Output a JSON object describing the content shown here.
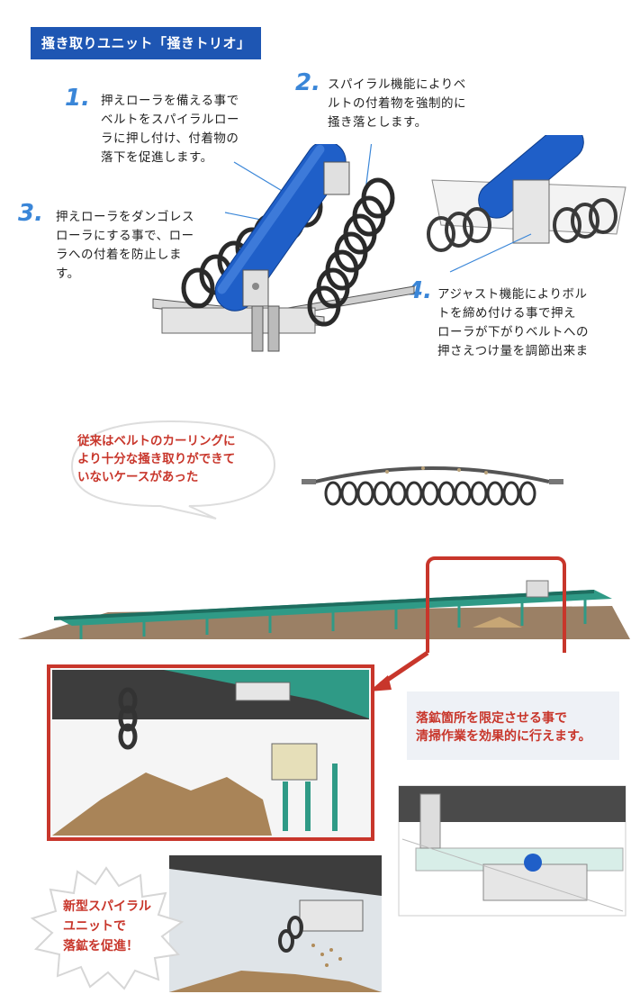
{
  "title": "掻き取りユニット「掻きトリオ」",
  "features": [
    {
      "num": "1.",
      "lines": [
        "押えローラを備える事で",
        "ベルトをスパイラルロー",
        "ラに押し付け、付着物の",
        "落下を促進します。"
      ]
    },
    {
      "num": "2.",
      "lines": [
        "スパイラル機能によりベ",
        "ルトの付着物を強制的に",
        "掻き落とします。"
      ]
    },
    {
      "num": "3.",
      "lines": [
        "押えローラをダンゴレス",
        "ローラにする事で、ロー",
        "ラへの付着を防止しま",
        "す。"
      ]
    },
    {
      "num": "4.",
      "lines": [
        "アジャスト機能によりボル",
        "トを締め付ける事で押え",
        "ローラが下がりベルトへの",
        "押さえつけ量を調節出来ま"
      ]
    }
  ],
  "bubble_conventional": [
    "従来はベルトのカーリングに",
    "より十分な掻き取りができて",
    "いないケースがあった"
  ],
  "callout_limit": [
    "落鉱箇所を限定させる事で",
    "清掃作業を効果的に行えます。"
  ],
  "starburst": [
    "新型スパイラル",
    "ユニットで",
    "落鉱を促進！"
  ],
  "colors": {
    "badge": "#1e56b3",
    "number": "#3a86d8",
    "accent_red": "#c8362b",
    "roller_blue": "#1f5fc8",
    "frame_green": "#2f9a86"
  }
}
